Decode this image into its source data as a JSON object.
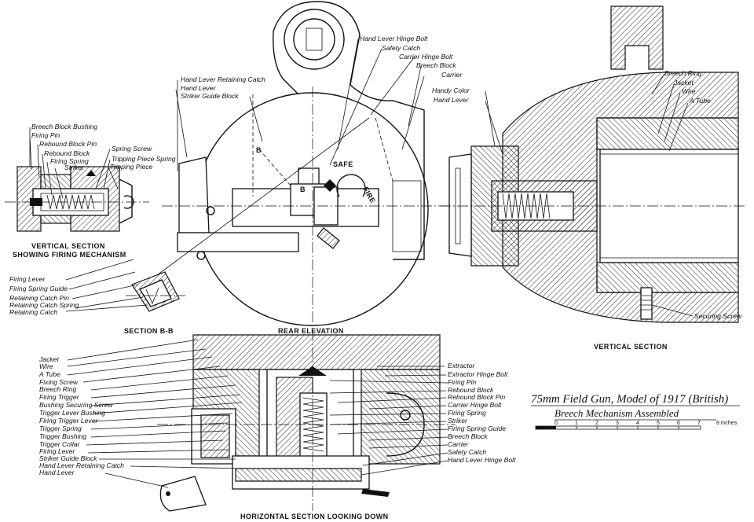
{
  "title": {
    "line1": "75mm Field Gun, Model of 1917 (British)",
    "line2": "Breech Mechanism Assembled"
  },
  "scale": {
    "ticks": [
      "0",
      "1",
      "2",
      "3",
      "4",
      "5",
      "6",
      "7"
    ],
    "unit": "8 inches"
  },
  "captions": {
    "vertical_section_firing": [
      "VERTICAL SECTION",
      "SHOWING FIRING MECHANISM"
    ],
    "section_bb": "SECTION B-B",
    "rear_elevation": "REAR ELEVATION",
    "vertical_section": "VERTICAL SECTION",
    "horizontal_section": "HORIZONTAL SECTION LOOKING DOWN"
  },
  "rear_marks": {
    "safe": "SAFE",
    "fire": "FIRE",
    "b1": "B",
    "b2": "B"
  },
  "labels": {
    "firing_mech_top": [
      "Breech Block Bushing",
      "Firing Pin",
      "Rebound Block Pin",
      "Rebound Block",
      "Firing Spring",
      "Striker"
    ],
    "firing_mech_right": [
      "Spring Screw",
      "Tripping Piece Spring",
      "Tripping Piece"
    ],
    "firing_mech_bottom": [
      "Firing Lever",
      "Firing Spring Guide",
      "Retaining Catch Pin",
      "Retaining Catch Spring",
      "Retaining Catch"
    ],
    "rear_left": [
      "Hand Lever Retaining Catch",
      "Hand Lever",
      "Striker Guide Block"
    ],
    "rear_right": [
      "Hand Lever Hinge Bolt",
      "Safety Catch",
      "Carrier Hinge Bolt",
      "Breech Block",
      "Carrier",
      "Handy Color",
      "Hand Lever"
    ],
    "vertical_right": [
      "Breech Ring",
      "Jacket",
      "Wire",
      "A Tube"
    ],
    "securing_screw": "Securing Screw",
    "horizontal_left": [
      "Jacket",
      "Wire",
      "A Tube",
      "Fixing Screw",
      "Breech Ring",
      "Firing Trigger",
      "Bushing Securing Screw",
      "Trigger Lever Bushing",
      "Firing Trigger Lever",
      "Trigger Spring",
      "Trigger Bushing",
      "Trigger Collar",
      "Firing Lever",
      "Striker Guide Block",
      "Hand Lever Retaining Catch",
      "Hand Lever"
    ],
    "horizontal_right": [
      "Extractor",
      "Extractor Hinge Bolt",
      "Firing Pin",
      "Rebound Block",
      "Rebound Block Pin",
      "Carrier Hinge Bolt",
      "Firing Spring",
      "Striker",
      "Firing Spring Guide",
      "Breech Block",
      "Carrier",
      "Safety Catch",
      "Hand Lever Hinge Bolt"
    ]
  }
}
